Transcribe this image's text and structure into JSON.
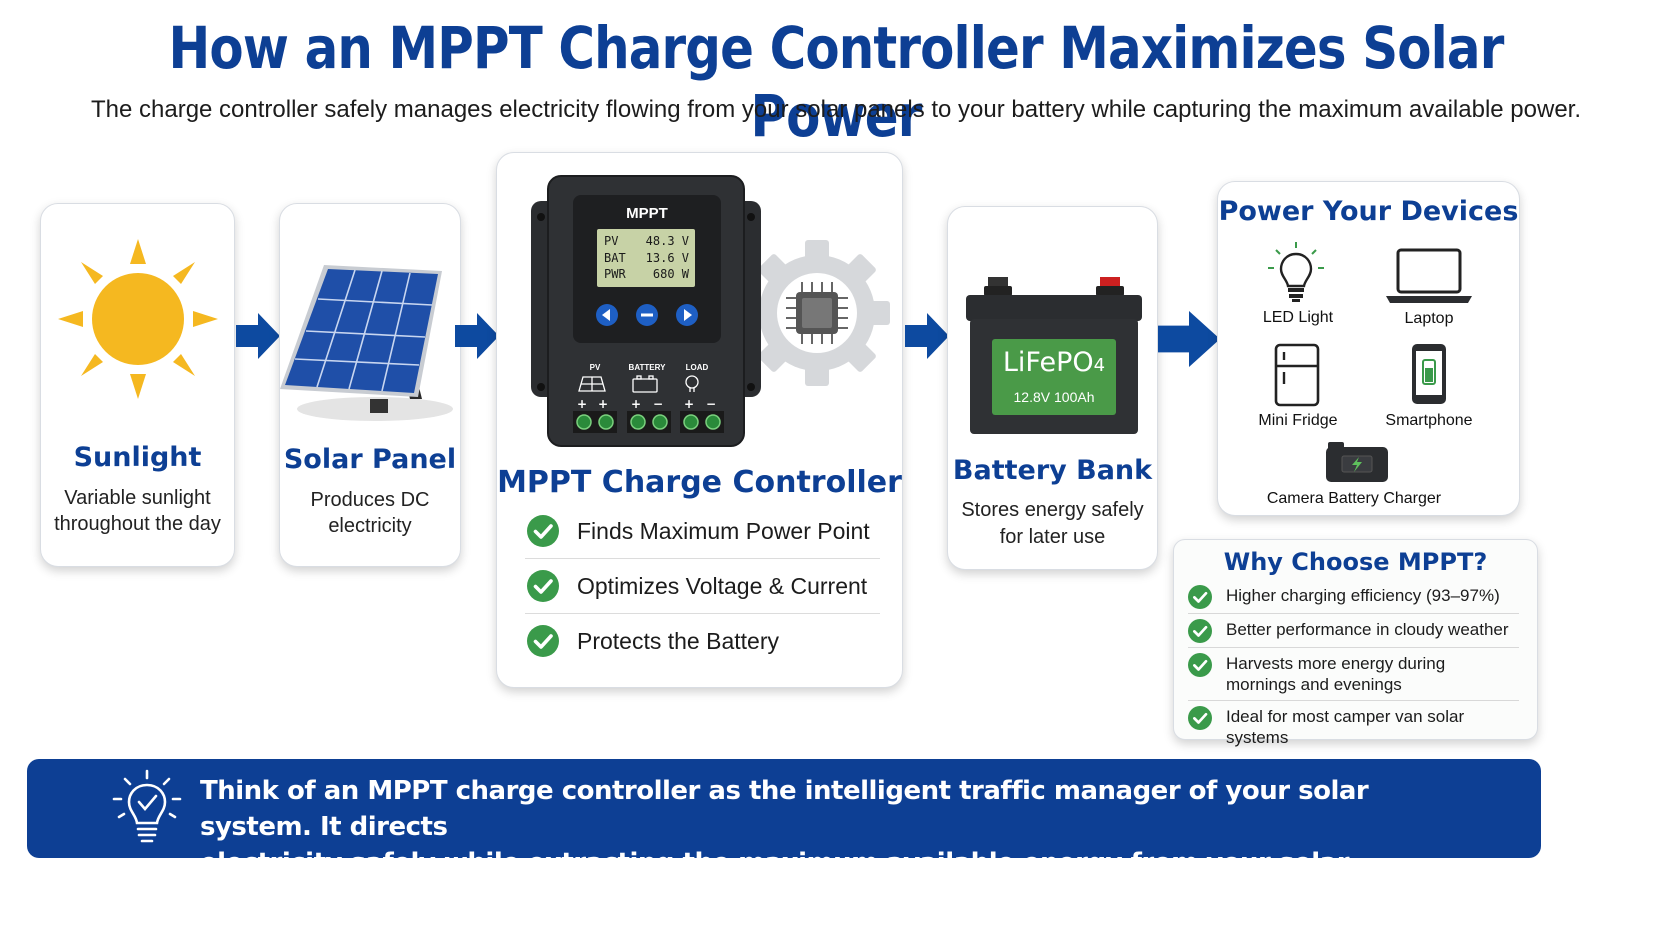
{
  "header": {
    "title": "How an MPPT Charge Controller Maximizes Solar Power",
    "subtitle": "The charge controller safely manages electricity flowing from your solar panels to your battery while capturing the maximum available power."
  },
  "sunlight": {
    "title": "Sunlight",
    "desc_line1": "Variable sunlight",
    "desc_line2": "throughout the day"
  },
  "solar_panel": {
    "title": "Solar Panel",
    "desc_line1": "Produces DC",
    "desc_line2": "electricity"
  },
  "controller": {
    "title": "MPPT Charge Controller",
    "device_label": "MPPT",
    "display": {
      "pv_label": "PV",
      "pv_value": "48.3 V",
      "bat_label": "BAT",
      "bat_value": "13.6 V",
      "pwr_label": "PWR",
      "pwr_value": "680 W"
    },
    "ports": {
      "pv": "PV",
      "battery": "BATTERY",
      "load": "LOAD"
    },
    "features": [
      "Finds Maximum Power Point",
      "Optimizes Voltage & Current",
      "Protects the Battery"
    ]
  },
  "battery": {
    "title": "Battery Bank",
    "chem_main": "LiFePO",
    "chem_sub": "4",
    "spec": "12.8V 100Ah",
    "desc_line1": "Stores energy safely",
    "desc_line2": "for later use"
  },
  "devices": {
    "title": "Power Your Devices",
    "items": [
      "LED Light",
      "Laptop",
      "Mini Fridge",
      "Smartphone",
      "Camera Battery Charger"
    ]
  },
  "why": {
    "title": "Why Choose MPPT?",
    "items": [
      "Higher charging efficiency (93–97%)",
      "Better performance in cloudy weather",
      "Harvests more energy during mornings and evenings",
      "Ideal for most camper van solar systems"
    ]
  },
  "banner": {
    "line1": "Think of an MPPT charge controller as the intelligent traffic manager of your solar system.  It directs",
    "line2": "electricity safely while extracting the maximum available energy from your solar panels."
  },
  "colors": {
    "brand_blue": "#0d3f94",
    "check_green": "#3a9a4a",
    "sun_yellow": "#f5b820"
  }
}
